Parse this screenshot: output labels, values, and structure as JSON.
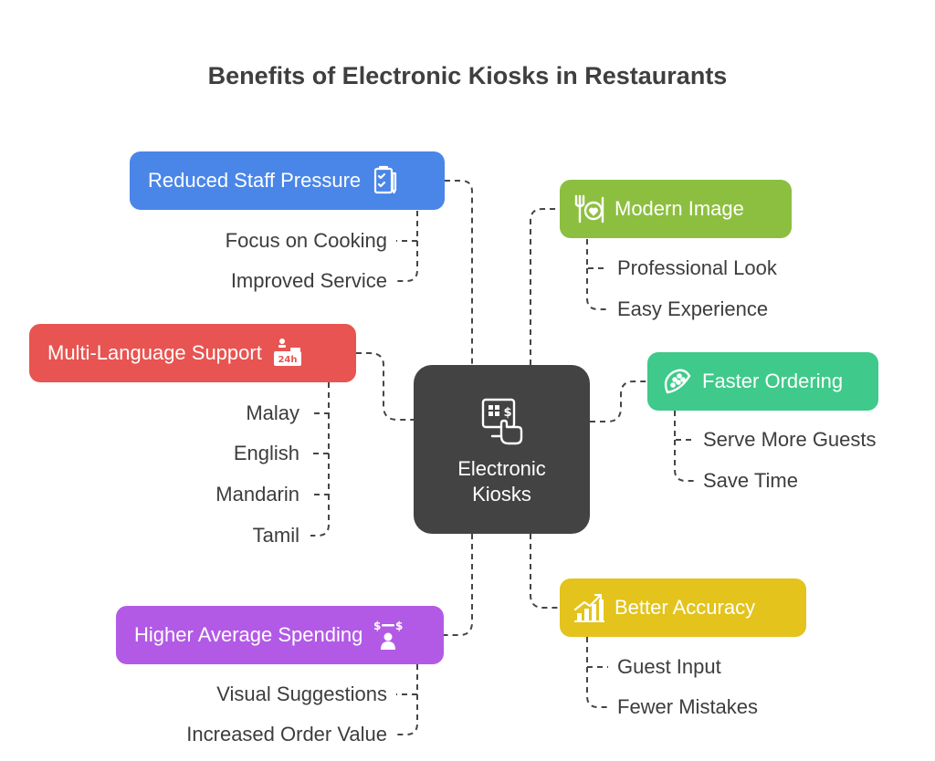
{
  "title": "Benefits of Electronic Kiosks in Restaurants",
  "center": {
    "label": "Electronic Kiosks",
    "icon": "kiosk-touch-icon",
    "color": "#434343"
  },
  "branches": [
    {
      "id": "reduced-staff-pressure",
      "label": "Reduced Staff Pressure",
      "icon": "checklist-icon",
      "color": "#4a86e8",
      "side": "left",
      "items": [
        "Focus on Cooking",
        "Improved Service"
      ]
    },
    {
      "id": "multi-language-support",
      "label": "Multi-Language Support",
      "icon": "service-desk-24h-icon",
      "color": "#e85451",
      "side": "left",
      "items": [
        "Malay",
        "English",
        "Mandarin",
        "Tamil"
      ]
    },
    {
      "id": "higher-average-spending",
      "label": "Higher Average Spending",
      "icon": "money-person-icon",
      "color": "#b25ae6",
      "side": "left",
      "items": [
        "Visual Suggestions",
        "Increased Order Value"
      ]
    },
    {
      "id": "modern-image",
      "label": "Modern Image",
      "icon": "fork-heart-plate-icon",
      "color": "#8cbf3f",
      "side": "right",
      "items": [
        "Professional Look",
        "Easy Experience"
      ]
    },
    {
      "id": "faster-ordering",
      "label": "Faster Ordering",
      "icon": "taco-icon",
      "color": "#3fc98a",
      "side": "right",
      "items": [
        "Serve More Guests",
        "Save Time"
      ]
    },
    {
      "id": "better-accuracy",
      "label": "Better Accuracy",
      "icon": "rising-bar-chart-icon",
      "color": "#e3c31c",
      "side": "right",
      "items": [
        "Guest Input",
        "Fewer Mistakes"
      ]
    }
  ]
}
